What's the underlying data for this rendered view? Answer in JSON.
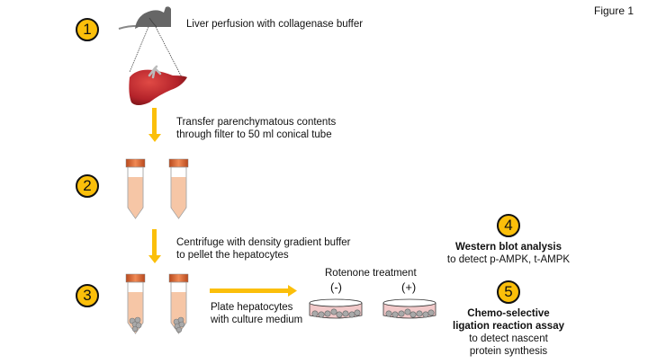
{
  "figure_label": "Figure 1",
  "steps": [
    {
      "number": "1",
      "text": "Liver perfusion with collagenase buffer"
    },
    {
      "number": "2",
      "text_lines": [
        "Transfer parenchymatous contents",
        "through filter to 50 ml conical tube"
      ]
    },
    {
      "number": "3",
      "text_lines": [
        "Centrifuge with density gradient buffer",
        "to pellet the hepatocytes"
      ]
    },
    {
      "number": "4",
      "title": "Western blot analysis",
      "detail": "to detect p-AMPK, t-AMPK"
    },
    {
      "number": "5",
      "title_lines": [
        "Chemo-selective",
        "ligation reaction assay"
      ],
      "detail_lines": [
        "to detect nascent",
        "protein synthesis"
      ]
    }
  ],
  "plating": {
    "text_lines": [
      "Plate hepatocytes",
      "with culture medium"
    ]
  },
  "treatment": {
    "title": "Rotenone treatment",
    "dishes": [
      {
        "label": "(-)"
      },
      {
        "label": "(+)"
      }
    ]
  },
  "colors": {
    "accent_yellow": "#fbbf0a",
    "liver_red": "#c0272d",
    "tube_cap": "#d9662b",
    "tube_fluid": "#f6c6a6",
    "mouse_gray": "#666666",
    "dish_medium": "#f2c9c9",
    "cell_gray": "#a9a9a9"
  },
  "icons": [
    "mouse-icon",
    "liver-icon",
    "conical-tube-icon",
    "petri-dish-icon",
    "down-arrow-icon",
    "right-arrow-icon"
  ]
}
